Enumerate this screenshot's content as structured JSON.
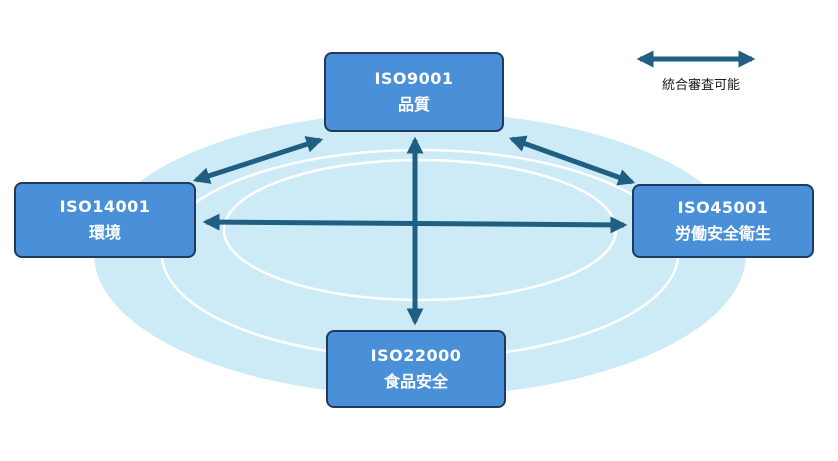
{
  "colors": {
    "ellipse_outer": "#cdeaf7",
    "ellipse_ring": "#ffffff",
    "box_fill": "#4a90d9",
    "box_border": "#1f3a5a",
    "arrow": "#1f5f82",
    "box_text": "#ffffff"
  },
  "nodes": {
    "top": {
      "code": "ISO9001",
      "label": "品質"
    },
    "left": {
      "code": "ISO14001",
      "label": "環境"
    },
    "right": {
      "code": "ISO45001",
      "label": "労働安全衛生"
    },
    "bottom": {
      "code": "ISO22000",
      "label": "食品安全"
    }
  },
  "legend": {
    "icon": "double-arrow-icon",
    "label": "統合審査可能"
  }
}
